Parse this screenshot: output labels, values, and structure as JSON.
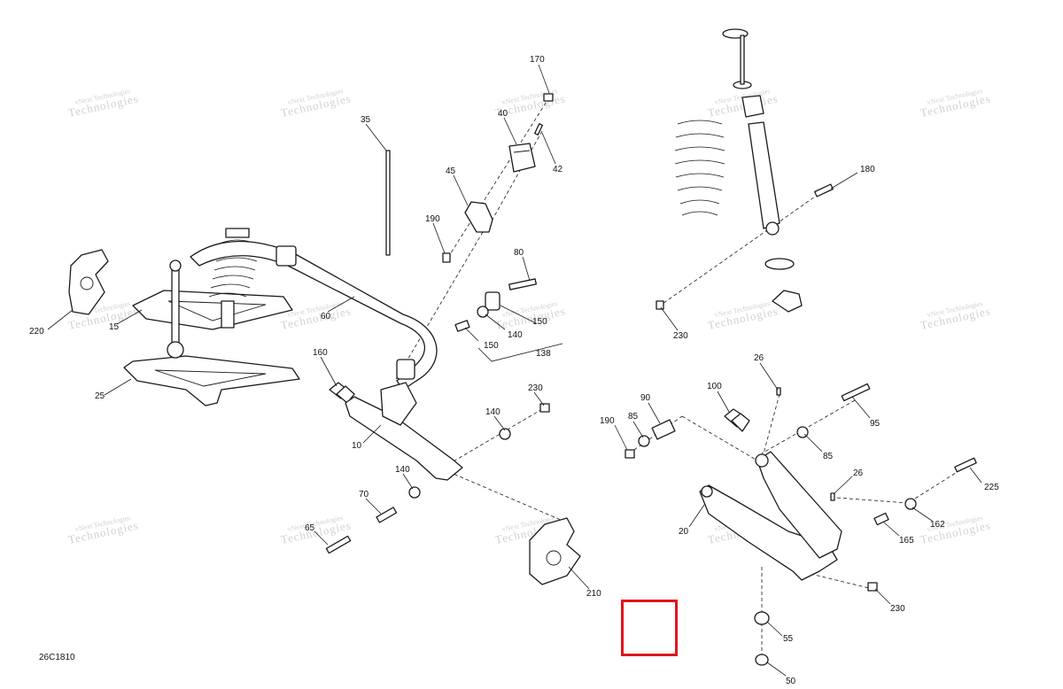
{
  "diagram": {
    "reference_code": "26C1810",
    "watermark_primary": "Technologies",
    "watermark_secondary": "vNext Technologies",
    "highlight_color": "#e0141e",
    "callouts": [
      {
        "id": "170",
        "text": "170"
      },
      {
        "id": "40",
        "text": "40"
      },
      {
        "id": "42",
        "text": "42"
      },
      {
        "id": "35",
        "text": "35"
      },
      {
        "id": "45",
        "text": "45"
      },
      {
        "id": "190a",
        "text": "190"
      },
      {
        "id": "80",
        "text": "80"
      },
      {
        "id": "60",
        "text": "60"
      },
      {
        "id": "15",
        "text": "15"
      },
      {
        "id": "220",
        "text": "220"
      },
      {
        "id": "150a",
        "text": "150"
      },
      {
        "id": "140a",
        "text": "140"
      },
      {
        "id": "150b",
        "text": "150"
      },
      {
        "id": "138",
        "text": "138"
      },
      {
        "id": "160",
        "text": "160"
      },
      {
        "id": "25",
        "text": "25"
      },
      {
        "id": "230a",
        "text": "230"
      },
      {
        "id": "140b",
        "text": "140"
      },
      {
        "id": "10",
        "text": "10"
      },
      {
        "id": "140c",
        "text": "140"
      },
      {
        "id": "70",
        "text": "70"
      },
      {
        "id": "65",
        "text": "65"
      },
      {
        "id": "210",
        "text": "210"
      },
      {
        "id": "180",
        "text": "180"
      },
      {
        "id": "230b",
        "text": "230"
      },
      {
        "id": "26a",
        "text": "26"
      },
      {
        "id": "90",
        "text": "90"
      },
      {
        "id": "100",
        "text": "100"
      },
      {
        "id": "95",
        "text": "95"
      },
      {
        "id": "190b",
        "text": "190"
      },
      {
        "id": "85a",
        "text": "85"
      },
      {
        "id": "85b",
        "text": "85"
      },
      {
        "id": "26b",
        "text": "26"
      },
      {
        "id": "225",
        "text": "225"
      },
      {
        "id": "162",
        "text": "162"
      },
      {
        "id": "165",
        "text": "165"
      },
      {
        "id": "20",
        "text": "20"
      },
      {
        "id": "230c",
        "text": "230"
      },
      {
        "id": "55",
        "text": "55"
      },
      {
        "id": "50",
        "text": "50"
      }
    ]
  }
}
